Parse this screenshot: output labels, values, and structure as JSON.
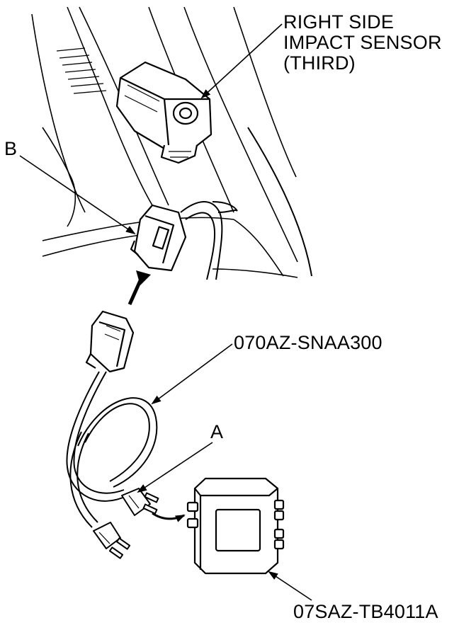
{
  "labels": {
    "sensor_line1": "RIGHT SIDE",
    "sensor_line2": "IMPACT SENSOR",
    "sensor_line3": "(THIRD)",
    "callout_b": "B",
    "callout_a": "A",
    "harness_part_number": "070AZ-SNAA300",
    "simulator_part_number": "07SAZ-TB4011A"
  },
  "colors": {
    "ink": "#000000",
    "background": "#ffffff"
  }
}
